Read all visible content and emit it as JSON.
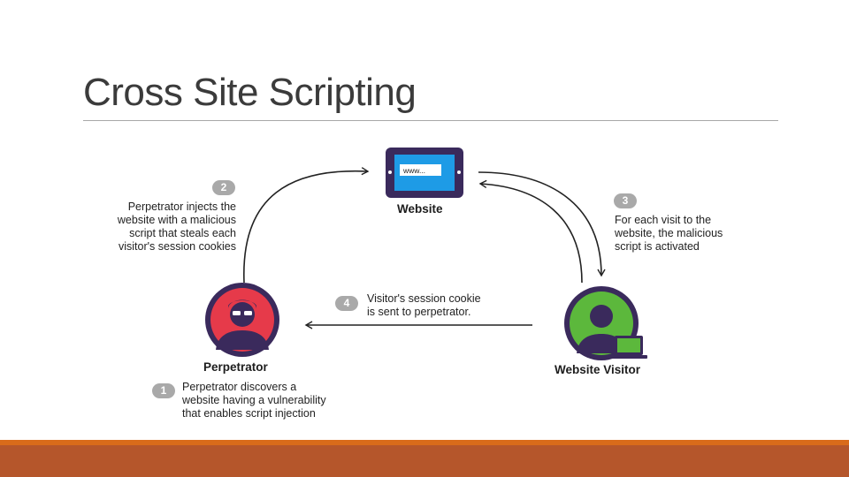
{
  "slide": {
    "title": "Cross Site Scripting"
  },
  "diagram": {
    "website": {
      "label": "Website",
      "screen_text": "www..."
    },
    "perpetrator": {
      "label": "Perpetrator"
    },
    "visitor": {
      "label": "Website Visitor"
    },
    "steps": [
      {
        "number": "1",
        "text": [
          "Perpetrator discovers a",
          "website having a vulnerability",
          "that enables script injection"
        ]
      },
      {
        "number": "2",
        "text": [
          "Perpetrator injects the",
          "website with a malicious",
          "script that steals each",
          "visitor's session cookies"
        ]
      },
      {
        "number": "3",
        "text": [
          "For each visit to the",
          "website, the malicious",
          "script is activated"
        ]
      },
      {
        "number": "4",
        "text": [
          "Visitor's session cookie",
          "is sent to perpetrator."
        ]
      }
    ],
    "colors": {
      "perpetrator_bg": "#e63a4a",
      "visitor_bg": "#5cb83c",
      "device_frame": "#3a2a5c",
      "screen_blue": "#1e9be6",
      "badge_grey": "#a9a9a9",
      "footer_orange": "#b5562b"
    }
  }
}
